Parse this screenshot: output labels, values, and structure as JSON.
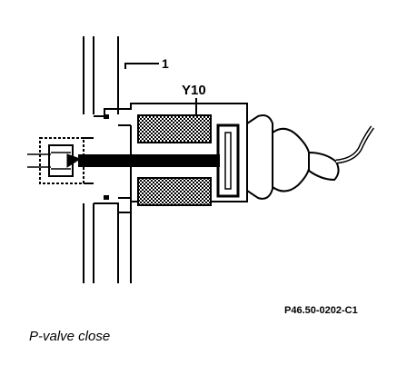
{
  "diagram": {
    "callout_number": "1",
    "component_label": "Y10",
    "reference_code": "P46.50-0202-C1"
  },
  "caption": "P-valve close",
  "colors": {
    "ink": "#000000",
    "paper": "#ffffff"
  }
}
